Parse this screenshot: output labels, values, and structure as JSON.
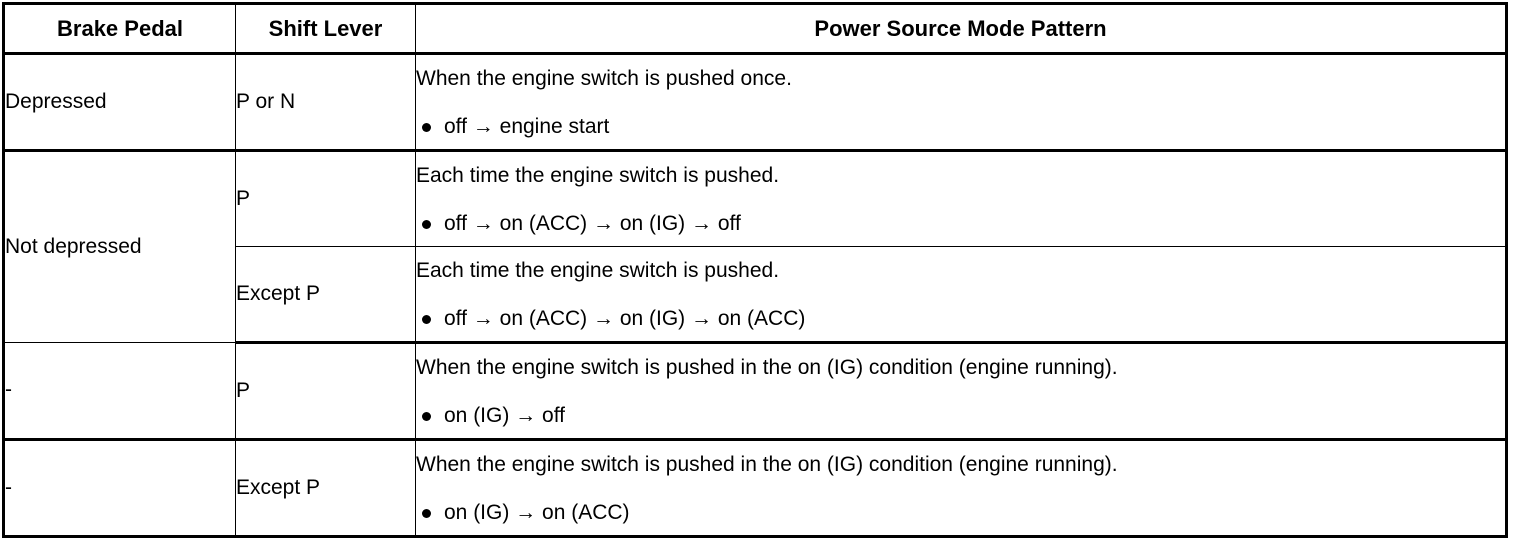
{
  "table": {
    "columns": [
      {
        "key": "brake",
        "label": "Brake Pedal"
      },
      {
        "key": "shift",
        "label": "Shift Lever"
      },
      {
        "key": "power",
        "label": "Power Source Mode Pattern"
      }
    ],
    "rows": [
      {
        "brake": "Depressed",
        "shift": "P or N",
        "power_heading": "When the engine switch is pushed once.",
        "power_bullet": "off → engine start"
      },
      {
        "brake": "Not depressed",
        "shift": "P",
        "power_heading": "Each time the engine switch is pushed.",
        "power_bullet": "off → on (ACC) → on (IG) → off"
      },
      {
        "brake": "",
        "shift": "Except P",
        "power_heading": "Each time the engine switch is pushed.",
        "power_bullet": "off → on (ACC) → on (IG) → on (ACC)"
      },
      {
        "brake": "-",
        "shift": "P",
        "power_heading": "When the engine switch is pushed in the on (IG) condition (engine running).",
        "power_bullet": "on (IG) → off"
      },
      {
        "brake": "-",
        "shift": "Except P",
        "power_heading": "When the engine switch is pushed in the on (IG) condition (engine running).",
        "power_bullet": "on (IG) → on (ACC)"
      }
    ]
  }
}
